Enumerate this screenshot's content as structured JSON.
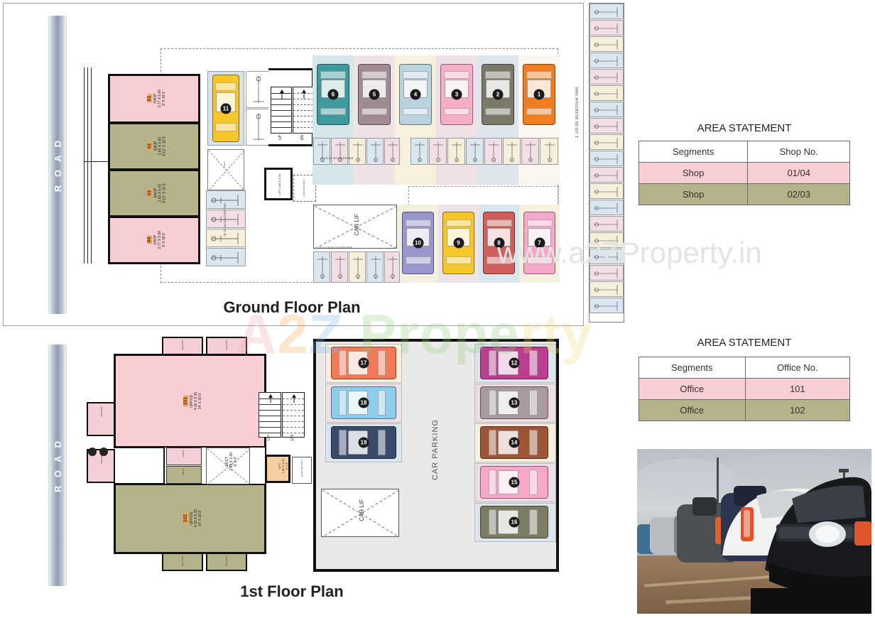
{
  "watermarks": {
    "brand_a": "A",
    "brand_2": "2",
    "brand_z": "Z",
    "brand_prop1": "Prope",
    "brand_prop2": "rty",
    "url": "www.a2ZProperty.in"
  },
  "ground_floor": {
    "title": "Ground Floor Plan",
    "road_label": "R O A D",
    "shops": [
      {
        "id": "01",
        "name": "SHOP",
        "dim_m": "2.77 X 5.60",
        "dim_ft": "9' X 18.5'",
        "color": "#f7cfd3"
      },
      {
        "id": "02",
        "name": "SHOP",
        "dim_m": "2.69 X 5.60",
        "dim_ft": "8'10\" X 18.5'",
        "color": "#b5b389"
      },
      {
        "id": "03",
        "name": "SHOP",
        "dim_m": "2.69 X 5.60",
        "dim_ft": "8'10\" X 18.5'",
        "color": "#b5b389"
      },
      {
        "id": "04",
        "name": "SHOP",
        "dim_m": "2.77 X 5.60",
        "dim_ft": "9' X 18.5'",
        "color": "#f7cfd3"
      }
    ],
    "cars_top": [
      {
        "num": "6",
        "color": "#3f9a9e",
        "bay": "#d5e6ea"
      },
      {
        "num": "5",
        "color": "#a08b95",
        "bay": "#efe3e6"
      },
      {
        "num": "4",
        "color": "#b9d3df",
        "bay": "#f6f0dc"
      },
      {
        "num": "3",
        "color": "#f7afc8",
        "bay": "#efe0e8"
      },
      {
        "num": "2",
        "color": "#7a7866",
        "bay": "#dce5ec"
      },
      {
        "num": "1",
        "color": "#f07d20",
        "bay": "#fbf6ef"
      }
    ],
    "cars_bottom": [
      {
        "num": "10",
        "color": "#9a96cd",
        "bay": "#f4f0e0"
      },
      {
        "num": "9",
        "color": "#f6c62a",
        "bay": "#ece3e8"
      },
      {
        "num": "8",
        "color": "#cf5f5c",
        "bay": "#d9e6ee"
      },
      {
        "num": "7",
        "color": "#f5aacb",
        "bay": "#f5f0e0"
      }
    ],
    "car_lift_vertical": {
      "num": "11",
      "color": "#f6c62a",
      "bay": "#d7e3ea"
    },
    "labels": {
      "scooter_right": "1 TO 20 SCOOTER PAR",
      "scooter_top": "21 TO 34 SCOOTER PAR",
      "scooter_bottom": "35 TO 39 SCOOTER PAR",
      "car_lift": "CAR LIF",
      "duct": "DUCT",
      "lift": "LIFT 1.80 X 1.50",
      "up": "UP",
      "dn": "DN"
    }
  },
  "first_floor": {
    "title": "1st Floor Plan",
    "road_label": "R O A D",
    "offices": [
      {
        "id": "101",
        "name": "OFFICE",
        "dim_m": "4.19 X 9.35",
        "dim_ft": "14' X 30.9'",
        "color": "#f9cfd4"
      },
      {
        "id": "102",
        "name": "OFFICE",
        "dim_m": "4.19 X 9.35",
        "dim_ft": "14' X 30.9'",
        "color": "#b5b389"
      }
    ],
    "duct": {
      "name": "DUCT",
      "dim_m": "2.69 X 2.45",
      "dim_ft": "9' X 8'"
    },
    "lift": {
      "name": "LIFT",
      "dim_m": "1.80 X 1.50",
      "dim_ft": "6' X 5'"
    },
    "toilets": [
      {
        "name": "TOILET",
        "dim_m": "1.27 X 2.45",
        "dim_ft": "4'2\" X 8'"
      },
      {
        "name": "TOILET",
        "dim_m": "1.27 X 2.45",
        "dim_ft": "4'2\" X 8'"
      }
    ],
    "balconies": [
      {
        "name": "BALCONY",
        "dim_m": "1.20 X 2.40",
        "dim_ft": "4' X 8'"
      },
      {
        "name": "BALCONY",
        "dim_m": "1.20 X 2.40",
        "dim_ft": "4' X 8'"
      },
      {
        "name": "BALCONY",
        "dim_m": "1.20 X 2.40",
        "dim_ft": "4' X 8'"
      },
      {
        "name": "BALCONY",
        "dim_m": "1.20 X 2.40",
        "dim_ft": "4' X 8'"
      },
      {
        "name": "BALCONY",
        "dim_m": "1.20 X 2.40",
        "dim_ft": "4' X 8'"
      },
      {
        "name": "BALCONY",
        "dim_m": "1.20 X 2.40",
        "dim_ft": "4' X 8'"
      }
    ],
    "cars_left": [
      {
        "num": "17",
        "color": "#f07a5a",
        "bay": "#f6f0dc"
      },
      {
        "num": "18",
        "color": "#8ecdea",
        "bay": "#efdfe6"
      },
      {
        "num": "19",
        "color": "#3a4a6b",
        "bay": "#dbe6ec"
      }
    ],
    "cars_right": [
      {
        "num": "12",
        "color": "#b93f8e",
        "bay": "#dbe6ec"
      },
      {
        "num": "13",
        "color": "#a89aa0",
        "bay": "#ecdde5"
      },
      {
        "num": "14",
        "color": "#9c5637",
        "bay": "#f6f0dc"
      },
      {
        "num": "15",
        "color": "#f7a7c9",
        "bay": "#ecdde5"
      },
      {
        "num": "16",
        "color": "#7c7b64",
        "bay": "#dbe6ec"
      }
    ],
    "labels": {
      "car_parking": "CAR PARKING",
      "car_lift": "CAR LIF",
      "up": "UP",
      "dn": "DN",
      "lift": "LIFT",
      "electric_duct": "ELECTRIC DUCT"
    }
  },
  "area_statement_ground": {
    "title": "AREA STATEMENT",
    "headers": [
      "Segments",
      "Shop No."
    ],
    "rows": [
      {
        "segment": "Shop",
        "no": "01/04"
      },
      {
        "segment": "Shop",
        "no": "02/03"
      }
    ]
  },
  "area_statement_first": {
    "title": "AREA STATEMENT",
    "headers": [
      "Segments",
      "Office No."
    ],
    "rows": [
      {
        "segment": "Office",
        "no": "101"
      },
      {
        "segment": "Office",
        "no": "102"
      }
    ]
  },
  "photo": {
    "alt": "parking-lot-cars-photo"
  }
}
